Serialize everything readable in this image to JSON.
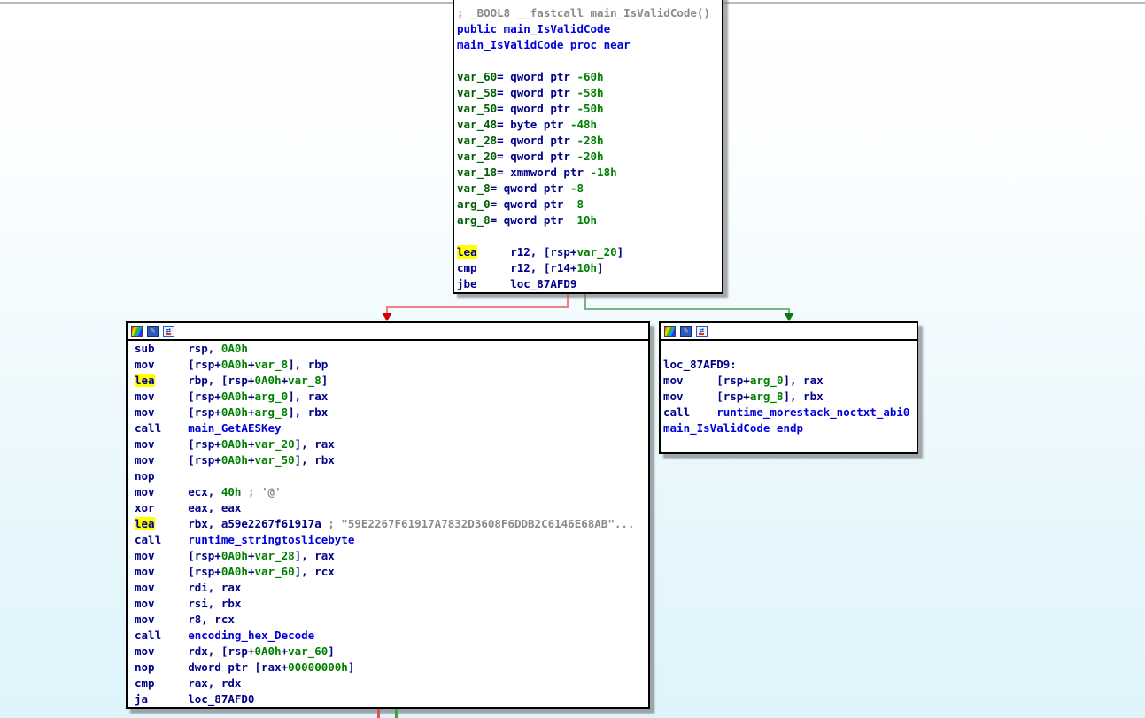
{
  "window": {
    "app": "IDA Pro graph view",
    "function_name": "main_IsValidCode"
  },
  "colors": {
    "background_top": "#ffffff",
    "background_bottom": "#def4fb",
    "node_bg": "#ffffff",
    "node_border": "#000000",
    "navy": "#000089",
    "blue": "#0000dd",
    "green": "#008000",
    "dgreen": "#005f00",
    "gray": "#8a8a8a",
    "highlight": "#ffff00",
    "edge_red_line": "#f28080",
    "edge_red_arrow": "#d00000",
    "edge_green_line": "#7db184",
    "edge_green_arrow": "#0a7a0a"
  },
  "titlebar": {
    "icons": [
      "node-color-icon",
      "edit-node-icon",
      "group-nodes-icon"
    ]
  },
  "edges": [
    {
      "name": "false-branch",
      "color": "red",
      "from": "entry-block",
      "to": "left-block"
    },
    {
      "name": "true-branch",
      "color": "green",
      "from": "entry-block",
      "to": "right-block (loc_87AFD9)"
    },
    {
      "name": "left-block-out-false",
      "color": "red"
    },
    {
      "name": "left-block-out-true",
      "color": "green"
    }
  ],
  "nodes": {
    "top": {
      "lines": [
        [
          [
            "; _BOOL8 __fastcall main_IsValidCode()",
            "gray"
          ]
        ],
        [
          [
            "public main_IsValidCode",
            "blue"
          ]
        ],
        [
          [
            "main_IsValidCode proc near",
            "blue"
          ]
        ],
        [],
        [
          [
            "var_60",
            "dgreen"
          ],
          [
            "= qword ptr ",
            "navy"
          ],
          [
            "-60h",
            "green"
          ]
        ],
        [
          [
            "var_58",
            "dgreen"
          ],
          [
            "= qword ptr ",
            "navy"
          ],
          [
            "-58h",
            "green"
          ]
        ],
        [
          [
            "var_50",
            "dgreen"
          ],
          [
            "= qword ptr ",
            "navy"
          ],
          [
            "-50h",
            "green"
          ]
        ],
        [
          [
            "var_48",
            "dgreen"
          ],
          [
            "= byte ptr ",
            "navy"
          ],
          [
            "-48h",
            "green"
          ]
        ],
        [
          [
            "var_28",
            "dgreen"
          ],
          [
            "= qword ptr ",
            "navy"
          ],
          [
            "-28h",
            "green"
          ]
        ],
        [
          [
            "var_20",
            "dgreen"
          ],
          [
            "= qword ptr ",
            "navy"
          ],
          [
            "-20h",
            "green"
          ]
        ],
        [
          [
            "var_18",
            "dgreen"
          ],
          [
            "= xmmword ptr ",
            "navy"
          ],
          [
            "-18h",
            "green"
          ]
        ],
        [
          [
            "var_8",
            "dgreen"
          ],
          [
            "= qword ptr ",
            "navy"
          ],
          [
            "-8",
            "green"
          ]
        ],
        [
          [
            "arg_0",
            "dgreen"
          ],
          [
            "= qword ptr  ",
            "navy"
          ],
          [
            "8",
            "green"
          ]
        ],
        [
          [
            "arg_8",
            "dgreen"
          ],
          [
            "= qword ptr  ",
            "navy"
          ],
          [
            "10h",
            "green"
          ]
        ],
        [],
        [
          [
            "lea",
            "navy",
            true
          ],
          [
            "     r12, [rsp+",
            "navy"
          ],
          [
            "var_20",
            "green"
          ],
          [
            "]",
            "navy"
          ]
        ],
        [
          [
            "cmp     r12, [r14+",
            "navy"
          ],
          [
            "10h",
            "green"
          ],
          [
            "]",
            "navy"
          ]
        ],
        [
          [
            "jbe     loc_87AFD9",
            "navy"
          ]
        ]
      ]
    },
    "left": {
      "lines": [
        [
          [
            "sub     rsp, ",
            "navy"
          ],
          [
            "0A0h",
            "green"
          ]
        ],
        [
          [
            "mov     [rsp+",
            "navy"
          ],
          [
            "0A0h",
            "green"
          ],
          [
            "+",
            "navy"
          ],
          [
            "var_8",
            "green"
          ],
          [
            "], rbp",
            "navy"
          ]
        ],
        [
          [
            "lea",
            "navy",
            true
          ],
          [
            "     rbp, [rsp+",
            "navy"
          ],
          [
            "0A0h",
            "green"
          ],
          [
            "+",
            "navy"
          ],
          [
            "var_8",
            "green"
          ],
          [
            "]",
            "navy"
          ]
        ],
        [
          [
            "mov     [rsp+",
            "navy"
          ],
          [
            "0A0h",
            "green"
          ],
          [
            "+",
            "navy"
          ],
          [
            "arg_0",
            "green"
          ],
          [
            "], rax",
            "navy"
          ]
        ],
        [
          [
            "mov     [rsp+",
            "navy"
          ],
          [
            "0A0h",
            "green"
          ],
          [
            "+",
            "navy"
          ],
          [
            "arg_8",
            "green"
          ],
          [
            "], rbx",
            "navy"
          ]
        ],
        [
          [
            "call    ",
            "navy"
          ],
          [
            "main_GetAESKey",
            "blue"
          ]
        ],
        [
          [
            "mov     [rsp+",
            "navy"
          ],
          [
            "0A0h",
            "green"
          ],
          [
            "+",
            "navy"
          ],
          [
            "var_20",
            "green"
          ],
          [
            "], rax",
            "navy"
          ]
        ],
        [
          [
            "mov     [rsp+",
            "navy"
          ],
          [
            "0A0h",
            "green"
          ],
          [
            "+",
            "navy"
          ],
          [
            "var_50",
            "green"
          ],
          [
            "], rbx",
            "navy"
          ]
        ],
        [
          [
            "nop",
            "navy"
          ]
        ],
        [
          [
            "mov     ecx, ",
            "navy"
          ],
          [
            "40h",
            "green"
          ],
          [
            " ; '@'",
            "gray"
          ]
        ],
        [
          [
            "xor     eax, eax",
            "navy"
          ]
        ],
        [
          [
            "lea",
            "navy",
            true
          ],
          [
            "     rbx, a59e2267f61917a",
            "navy"
          ],
          [
            " ; \"59E2267F61917A7832D3608F6DDB2C6146E68AB\"...",
            "gray"
          ]
        ],
        [
          [
            "call    ",
            "navy"
          ],
          [
            "runtime_stringtoslicebyte",
            "blue"
          ]
        ],
        [
          [
            "mov     [rsp+",
            "navy"
          ],
          [
            "0A0h",
            "green"
          ],
          [
            "+",
            "navy"
          ],
          [
            "var_28",
            "green"
          ],
          [
            "], rax",
            "navy"
          ]
        ],
        [
          [
            "mov     [rsp+",
            "navy"
          ],
          [
            "0A0h",
            "green"
          ],
          [
            "+",
            "navy"
          ],
          [
            "var_60",
            "green"
          ],
          [
            "], rcx",
            "navy"
          ]
        ],
        [
          [
            "mov     rdi, rax",
            "navy"
          ]
        ],
        [
          [
            "mov     rsi, rbx",
            "navy"
          ]
        ],
        [
          [
            "mov     r8, rcx",
            "navy"
          ]
        ],
        [
          [
            "call    ",
            "navy"
          ],
          [
            "encoding_hex_Decode",
            "blue"
          ]
        ],
        [
          [
            "mov     rdx, [rsp+",
            "navy"
          ],
          [
            "0A0h",
            "green"
          ],
          [
            "+",
            "navy"
          ],
          [
            "var_60",
            "green"
          ],
          [
            "]",
            "navy"
          ]
        ],
        [
          [
            "nop     dword ptr [rax+",
            "navy"
          ],
          [
            "00000000h",
            "green"
          ],
          [
            "]",
            "navy"
          ]
        ],
        [
          [
            "cmp     rax, rdx",
            "navy"
          ]
        ],
        [
          [
            "ja      loc_87AFD0",
            "navy"
          ]
        ]
      ]
    },
    "right": {
      "lines": [
        [],
        [
          [
            "loc_87AFD9:",
            "navy"
          ]
        ],
        [
          [
            "mov     [rsp+",
            "navy"
          ],
          [
            "arg_0",
            "green"
          ],
          [
            "], rax",
            "navy"
          ]
        ],
        [
          [
            "mov     [rsp+",
            "navy"
          ],
          [
            "arg_8",
            "green"
          ],
          [
            "], rbx",
            "navy"
          ]
        ],
        [
          [
            "call    ",
            "navy"
          ],
          [
            "runtime_morestack_noctxt_abi0",
            "blue"
          ]
        ],
        [
          [
            "main_IsValidCode endp",
            "blue"
          ]
        ],
        []
      ]
    }
  }
}
